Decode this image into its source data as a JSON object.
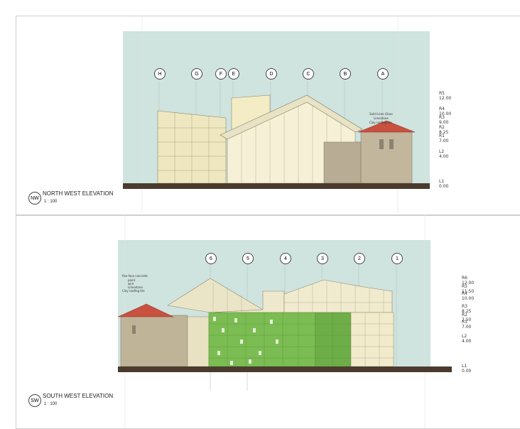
{
  "nw": {
    "title": "NORTH WEST ELEVATION",
    "tag": "NW",
    "scale": "1 : 100",
    "grid": [
      "H",
      "G",
      "F",
      "E",
      "D",
      "C",
      "B",
      "A"
    ],
    "levels": [
      {
        "name": "R5",
        "value": "12.00"
      },
      {
        "name": "R4",
        "value": "10.00"
      },
      {
        "name": "R3",
        "value": "9.00"
      },
      {
        "name": "R2",
        "value": "8.25"
      },
      {
        "name": "R1",
        "value": "7.00"
      },
      {
        "name": "L2",
        "value": "4.00"
      },
      {
        "name": "L1",
        "value": "0.00"
      }
    ],
    "annotations": [
      "Solid Lime Glass",
      "Limestone",
      "Clay roofing tile"
    ],
    "sky_color": "#cfe3df"
  },
  "sw": {
    "title": "SOUTH WEST ELEVATION",
    "tag": "SW",
    "scale": "1 : 100",
    "grid": [
      "6",
      "5",
      "4",
      "3",
      "2",
      "1"
    ],
    "levels": [
      {
        "name": "R6",
        "value": "12.00"
      },
      {
        "name": "R5",
        "value": "11.50"
      },
      {
        "name": "R4",
        "value": "10.00"
      },
      {
        "name": "R3",
        "value": "8.25"
      },
      {
        "name": "R2",
        "value": "7.50"
      },
      {
        "name": "R1",
        "value": "7.00"
      },
      {
        "name": "L2",
        "value": "4.00"
      },
      {
        "name": "L1",
        "value": "0.00"
      }
    ],
    "annotations": [
      "fixe face concrete",
      "paint",
      "wire",
      "Limestone",
      "Clay roofing tile"
    ],
    "sky_color": "#cfe3df"
  },
  "colors": {
    "glass": "#f2ecc9",
    "stone": "#b9ad92",
    "roof_tile": "#c8513f",
    "green_panel": "#7bbd52",
    "ground": "#4a3b2e"
  }
}
